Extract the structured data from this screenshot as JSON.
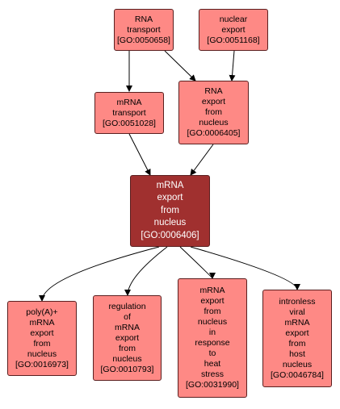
{
  "nodes": {
    "rna_transport": {
      "lines": [
        "RNA",
        "transport",
        "[GO:0050658]"
      ]
    },
    "nuclear_export": {
      "lines": [
        "nuclear",
        "export",
        "[GO:0051168]"
      ]
    },
    "mrna_transport": {
      "lines": [
        "mRNA",
        "transport",
        "[GO:0051028]"
      ]
    },
    "rna_export": {
      "lines": [
        "RNA",
        "export",
        "from",
        "nucleus",
        "[GO:0006405]"
      ]
    },
    "mrna_export": {
      "lines": [
        "mRNA",
        "export",
        "from",
        "nucleus",
        "[GO:0006406]"
      ]
    },
    "polya_export": {
      "lines": [
        "poly(A)+",
        "mRNA",
        "export",
        "from",
        "nucleus",
        "[GO:0016973]"
      ]
    },
    "regulation_export": {
      "lines": [
        "regulation",
        "of",
        "mRNA",
        "export",
        "from",
        "nucleus",
        "[GO:0010793]"
      ]
    },
    "heat_stress_export": {
      "lines": [
        "mRNA",
        "export",
        "from",
        "nucleus",
        "in",
        "response",
        "to",
        "heat",
        "stress",
        "[GO:0031990]"
      ]
    },
    "intronless_viral": {
      "lines": [
        "intronless",
        "viral",
        "mRNA",
        "export",
        "from",
        "host",
        "nucleus",
        "[GO:0046784]"
      ]
    }
  },
  "colors": {
    "node_fill": "#fe8985",
    "focus_fill": "#a0302f",
    "border": "#5a1f1f",
    "edge": "#000000"
  },
  "edges": [
    [
      "rna_transport",
      "mrna_transport"
    ],
    [
      "rna_transport",
      "rna_export"
    ],
    [
      "nuclear_export",
      "rna_export"
    ],
    [
      "mrna_transport",
      "mrna_export"
    ],
    [
      "rna_export",
      "mrna_export"
    ],
    [
      "mrna_export",
      "polya_export"
    ],
    [
      "mrna_export",
      "regulation_export"
    ],
    [
      "mrna_export",
      "heat_stress_export"
    ],
    [
      "mrna_export",
      "intronless_viral"
    ]
  ]
}
